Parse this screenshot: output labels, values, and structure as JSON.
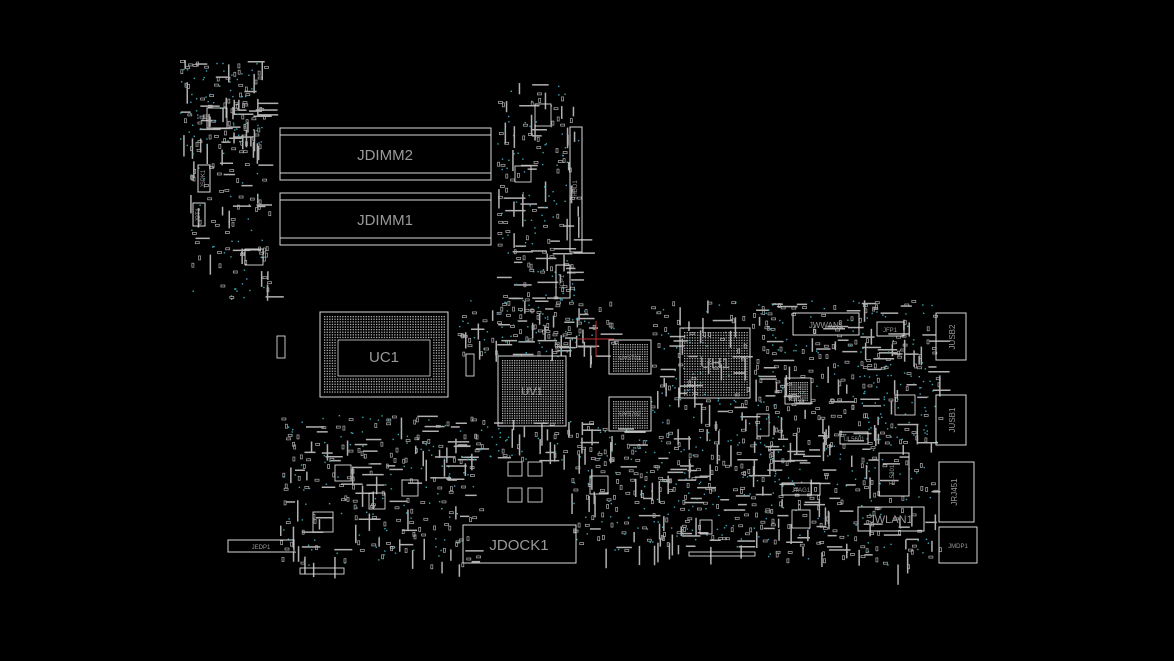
{
  "colors": {
    "background": "#000000",
    "outline": "#d8d8d8",
    "pad": "#b0b0b0",
    "via": "#3aa7b3",
    "label": "#9a9a9a",
    "cursor": "#c0302e"
  },
  "components": {
    "jdimm2": "JDIMM2",
    "jdimm1": "JDIMM1",
    "uc1": "UC1",
    "uv1": "UV1",
    "uv3701": "UV3701",
    "uv3702": "UV3702",
    "uh1": "UH1",
    "jwwan1": "JWWAN1",
    "jfp1": "JFP1",
    "jusb2": "JUSB2",
    "jusb1": "JUSB1",
    "jrj451": "JRJ451",
    "tl5301": "TL5301",
    "jwlan1": "JWLAN1",
    "jmdp1": "JMDP1",
    "jdock1": "JDOCK1",
    "jedp1": "JEDP1",
    "jtag1": "JTAG1",
    "jcp1": "JCP1",
    "jhdd1": "JHDD1",
    "jspk1": "JSPK1",
    "jbt1": "JBT1",
    "ul5601": "UL5601"
  }
}
